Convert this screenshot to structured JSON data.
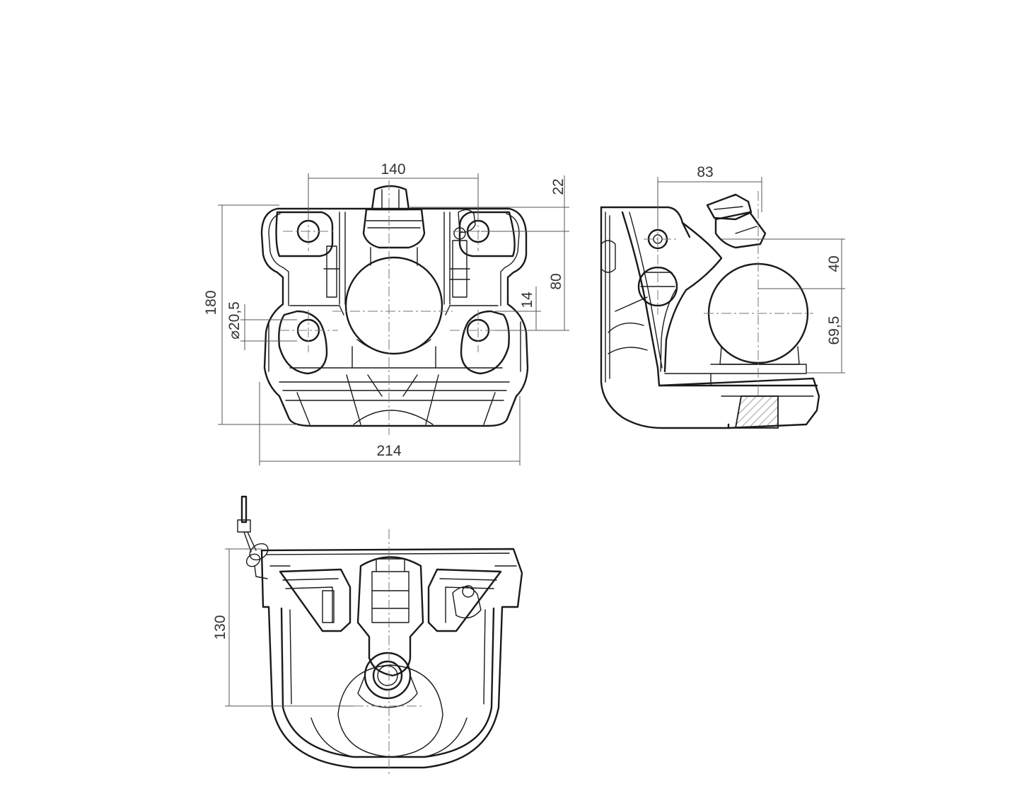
{
  "dimensions": {
    "front_width_inner": "140",
    "front_top_offset": "22",
    "front_height": "180",
    "hole_diameter": "⌀20,5",
    "front_hole_spacing": "80",
    "front_small_offset": "14",
    "front_width_total": "214",
    "side_depth": "83",
    "side_upper": "40",
    "side_ball_height": "69,5",
    "top_depth": "130"
  },
  "colors": {
    "line": "#1a1a1a",
    "dimension": "#555555",
    "background": "#ffffff"
  }
}
